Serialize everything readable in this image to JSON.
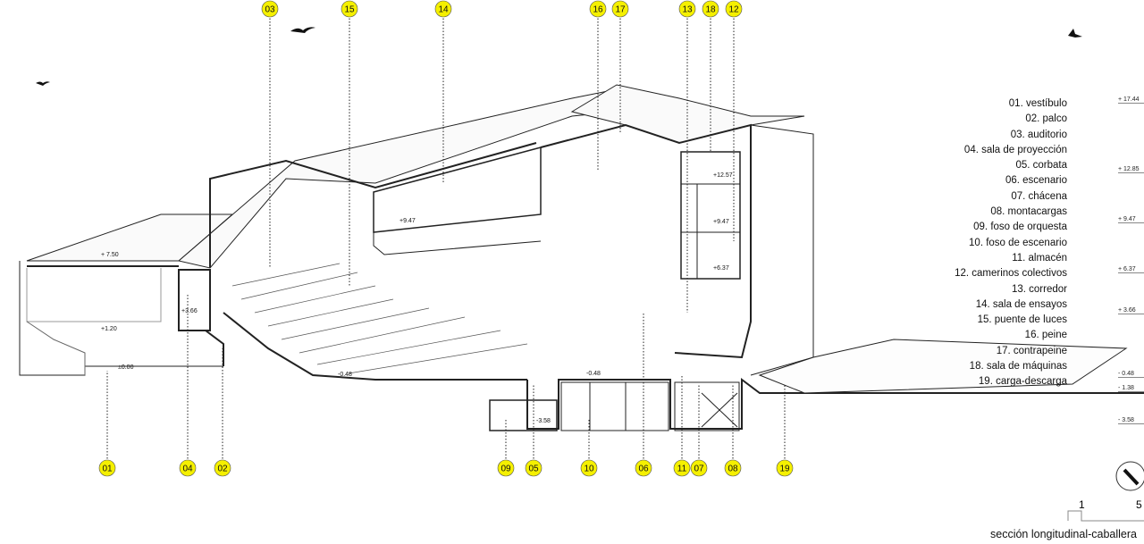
{
  "callouts_top": [
    "03",
    "15",
    "14",
    "16",
    "17",
    "13",
    "18",
    "12"
  ],
  "callouts_bottom": [
    "01",
    "04",
    "02",
    "09",
    "05",
    "10",
    "06",
    "11",
    "07",
    "08",
    "19"
  ],
  "drawing_levels": [
    "+ 7.50",
    "+1.20",
    "±0.00",
    "+3.66",
    "-0.48",
    "+9.47",
    "-0.48",
    "-3.58",
    "+12.57",
    "+9.47",
    "+6.37"
  ],
  "legend": [
    "01. vestíbulo",
    "02. palco",
    "03. auditorio",
    "04. sala de proyección",
    "05. corbata",
    "06. escenario",
    "07. chácena",
    "08. montacargas",
    "09. foso de orquesta",
    "10. foso de escenario",
    "11. almacén",
    "12. camerinos colectivos",
    "13. corredor",
    "14. sala de ensayos",
    "15. puente de luces",
    "16. peine",
    "17. contrapeine",
    "18. sala de máquinas",
    "19. carga-descarga"
  ],
  "levels": [
    "+ 17.44",
    "+ 12.85",
    "+ 9.47",
    "+ 6.37",
    "+ 3.66",
    "- 0.48",
    "- 1.38",
    "- 3.58"
  ],
  "scale": {
    "start": "1",
    "end": "5"
  },
  "title": "sección longitudinal-caballera",
  "colors": {
    "callout_fill": "#f5f000",
    "line": "#222222"
  }
}
